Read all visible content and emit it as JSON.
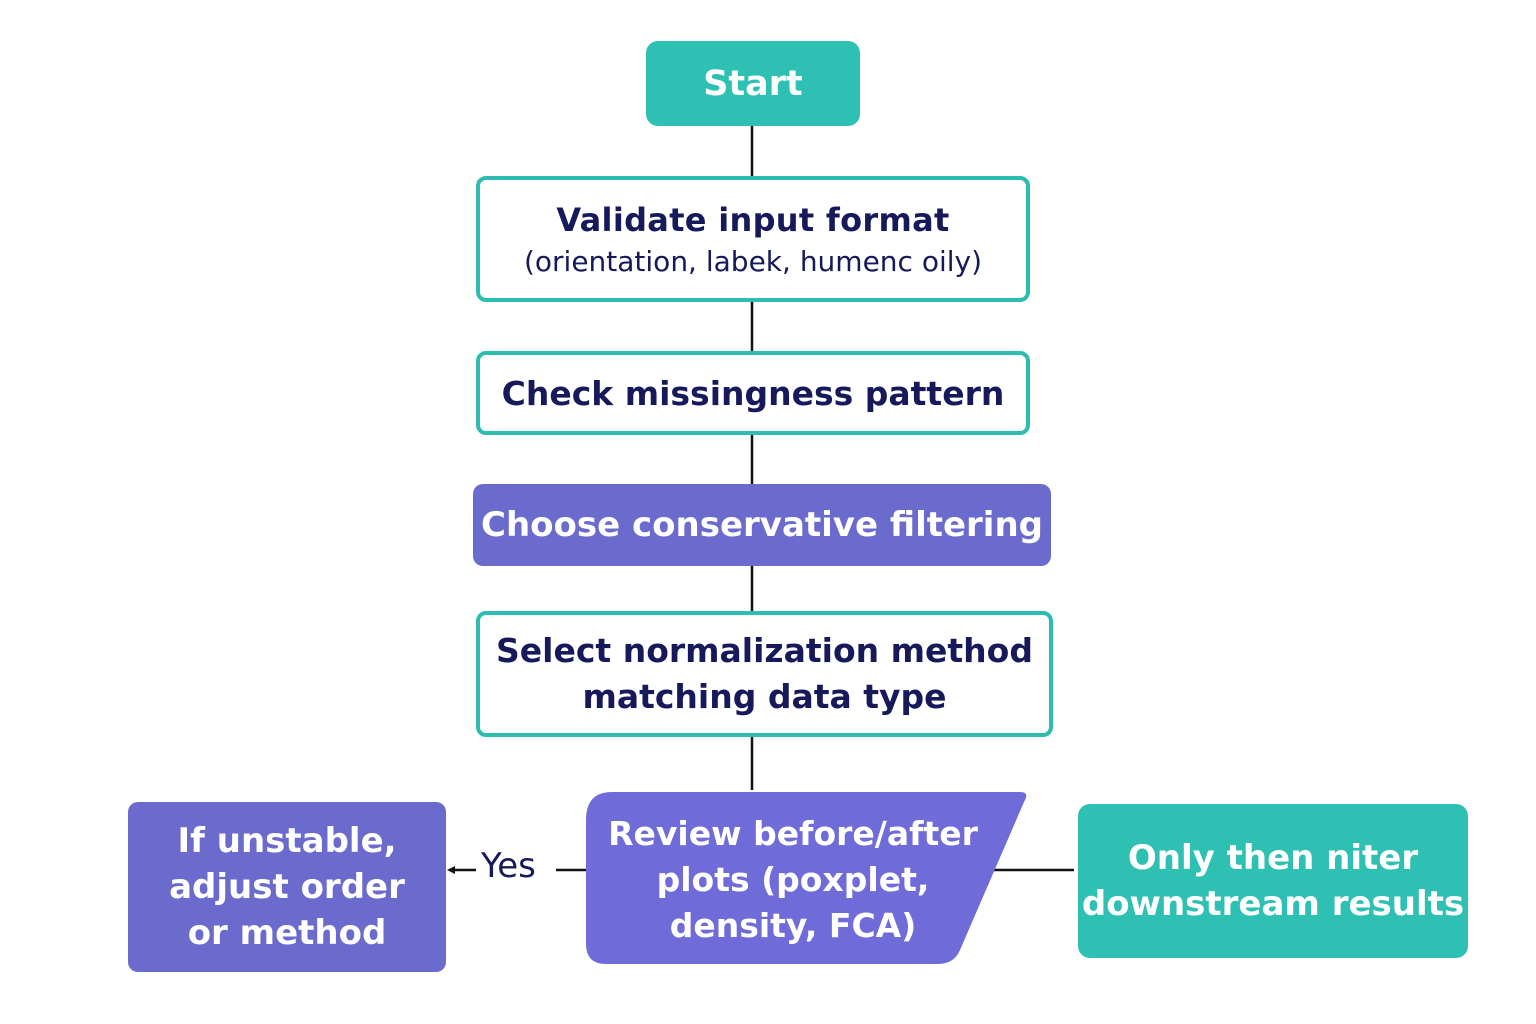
{
  "nodes": {
    "start": {
      "label": "Start"
    },
    "validate": {
      "title": "Validate input format",
      "subtitle": "(orientation, labek, humenc oily)"
    },
    "check": {
      "label": "Check missingness pattern"
    },
    "choose": {
      "label": "Choose conservative filtering"
    },
    "select": {
      "lines": [
        "Select normalization method",
        "matching data type"
      ]
    },
    "review": {
      "lines": [
        "Review before/after",
        "plots (poxplet,",
        "density, FCA)"
      ]
    },
    "unstable": {
      "lines": [
        "If unstable,",
        "adjust order",
        "or method"
      ]
    },
    "only": {
      "lines": [
        "Only then niter",
        "downstream results"
      ]
    }
  },
  "edges": {
    "yes_label": "Yes"
  },
  "colors": {
    "teal": "#2fc0b4",
    "teal_border": "#2dbdb0",
    "purple": "#6a6bcd",
    "review_purple": "#6f6cd9",
    "navy_text": "#16195a",
    "connector": "#111111"
  }
}
